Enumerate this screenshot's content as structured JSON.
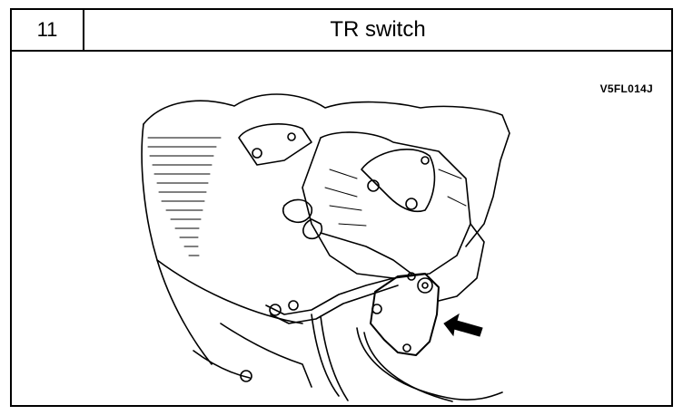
{
  "header": {
    "step_number": "11",
    "title": "TR switch"
  },
  "figure": {
    "code": "V5FL014J"
  }
}
